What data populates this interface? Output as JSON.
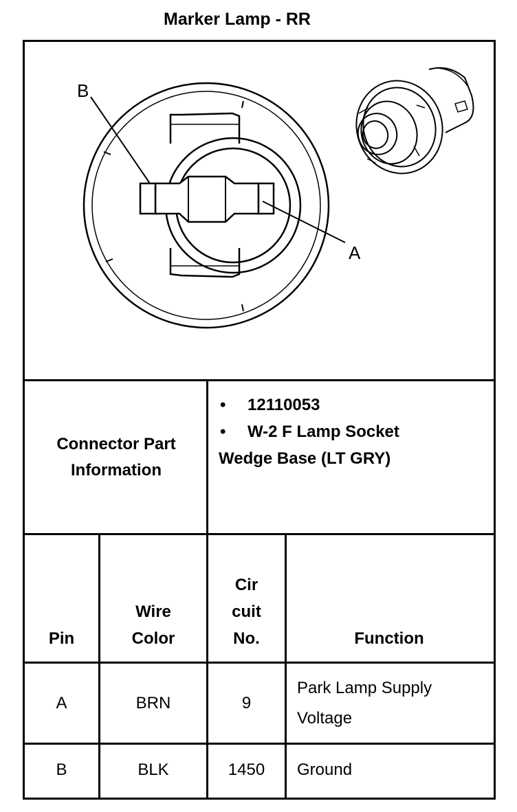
{
  "title": "Marker Lamp - RR",
  "diagram": {
    "callouts": {
      "a": "A",
      "b": "B"
    }
  },
  "connector_info": {
    "label_line1": "Connector Part",
    "label_line2": "Information",
    "part_number": "12110053",
    "description_line1": "W-2 F Lamp Socket",
    "description_line2": "Wedge Base (LT GRY)",
    "bullet": "•"
  },
  "table": {
    "headers": {
      "pin": "Pin",
      "wire_line1": "Wire",
      "wire_line2": "Color",
      "circuit_line1": "Cir",
      "circuit_line2": "cuit",
      "circuit_line3": "No.",
      "function": "Function"
    },
    "rows": [
      {
        "pin": "A",
        "wire": "BRN",
        "circuit": "9",
        "function_line1": "Park Lamp Supply",
        "function_line2": "Voltage"
      },
      {
        "pin": "B",
        "wire": "BLK",
        "circuit": "1450",
        "function_line1": "Ground"
      }
    ]
  }
}
